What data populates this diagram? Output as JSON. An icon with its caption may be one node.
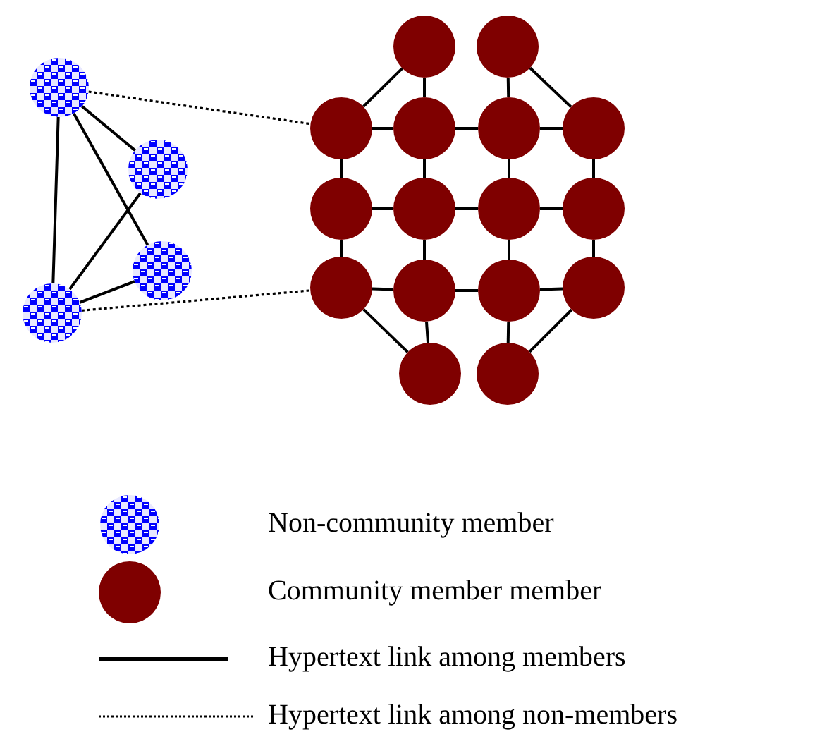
{
  "diagram": {
    "nodes": [
      {
        "text": [],
        "shape": "circle"
      },
      {
        "text": [],
        "shape": "circle"
      },
      {
        "text": [],
        "shape": "circle"
      },
      {
        "text": [],
        "shape": "circle"
      },
      {
        "text": [],
        "shape": "circle"
      },
      {
        "text": [],
        "shape": "circle"
      },
      {
        "text": [],
        "shape": "circle"
      },
      {
        "text": [],
        "shape": "circle"
      },
      {
        "text": [],
        "shape": "circle"
      },
      {
        "text": [],
        "shape": "circle"
      },
      {
        "text": [],
        "shape": "circle"
      },
      {
        "text": [],
        "shape": "circle"
      },
      {
        "text": [],
        "shape": "circle"
      },
      {
        "text": [],
        "shape": "circle"
      },
      {
        "text": [],
        "shape": "circle"
      },
      {
        "text": [],
        "shape": "circle"
      },
      {
        "text": [],
        "shape": "circle"
      },
      {
        "text": [],
        "shape": "circle"
      },
      {
        "text": [],
        "shape": "circle"
      },
      {
        "text": [],
        "shape": "circle"
      }
    ],
    "edges": [
      {
        "from": 0,
        "to": 3,
        "arrow": "none"
      },
      {
        "from": 0,
        "to": 1,
        "arrow": "none"
      },
      {
        "from": 0,
        "to": 2,
        "arrow": "none"
      },
      {
        "from": 3,
        "to": 1,
        "arrow": "none"
      },
      {
        "from": 3,
        "to": 2,
        "arrow": "none"
      },
      {
        "from": 0,
        "to": 6,
        "arrow": "none",
        "style": "dashed"
      },
      {
        "from": 3,
        "to": 14,
        "arrow": "none",
        "style": "dashed"
      },
      {
        "from": 4,
        "to": 6,
        "arrow": "none"
      },
      {
        "from": 4,
        "to": 7,
        "arrow": "none"
      },
      {
        "from": 5,
        "to": 8,
        "arrow": "none"
      },
      {
        "from": 5,
        "to": 9,
        "arrow": "none"
      },
      {
        "from": 6,
        "to": 7,
        "arrow": "none"
      },
      {
        "from": 7,
        "to": 8,
        "arrow": "none"
      },
      {
        "from": 8,
        "to": 9,
        "arrow": "none"
      },
      {
        "from": 10,
        "to": 11,
        "arrow": "none"
      },
      {
        "from": 11,
        "to": 12,
        "arrow": "none"
      },
      {
        "from": 12,
        "to": 13,
        "arrow": "none"
      },
      {
        "from": 14,
        "to": 15,
        "arrow": "none"
      },
      {
        "from": 15,
        "to": 16,
        "arrow": "none"
      },
      {
        "from": 16,
        "to": 17,
        "arrow": "none"
      },
      {
        "from": 6,
        "to": 10,
        "arrow": "none"
      },
      {
        "from": 10,
        "to": 14,
        "arrow": "none"
      },
      {
        "from": 7,
        "to": 11,
        "arrow": "none"
      },
      {
        "from": 11,
        "to": 15,
        "arrow": "none"
      },
      {
        "from": 8,
        "to": 12,
        "arrow": "none"
      },
      {
        "from": 12,
        "to": 16,
        "arrow": "none"
      },
      {
        "from": 9,
        "to": 13,
        "arrow": "none"
      },
      {
        "from": 13,
        "to": 17,
        "arrow": "none"
      },
      {
        "from": 14,
        "to": 18,
        "arrow": "none"
      },
      {
        "from": 15,
        "to": 18,
        "arrow": "none"
      },
      {
        "from": 16,
        "to": 19,
        "arrow": "none"
      },
      {
        "from": 17,
        "to": 19,
        "arrow": "none"
      }
    ],
    "legend": [
      {
        "text": "Non-community member"
      },
      {
        "text": "Community member member"
      },
      {
        "text": "Hypertext link among members"
      },
      {
        "text": "Hypertext link among non-members"
      }
    ]
  }
}
